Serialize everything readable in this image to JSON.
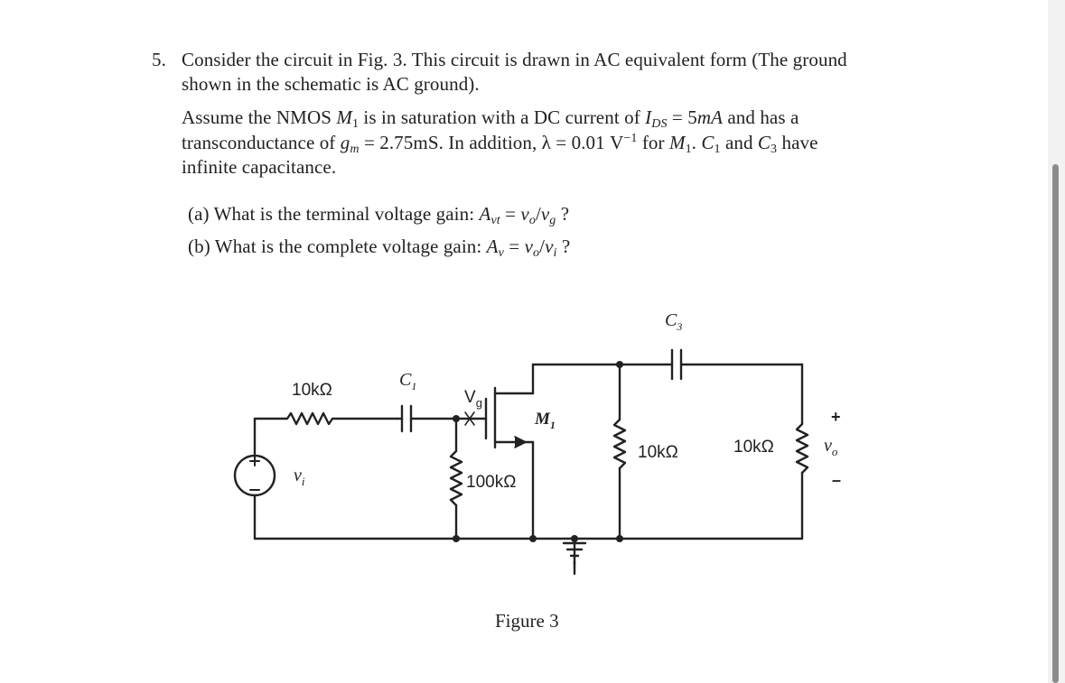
{
  "question": {
    "number": "5.",
    "intro_line1": "Consider the circuit in Fig. 3. This circuit is drawn in AC equivalent form (The ground",
    "intro_line2": "shown in the schematic is AC ground).",
    "assume_line1_a": "Assume the NMOS ",
    "assume_line1_b": " is in saturation with a DC current of ",
    "assume_line1_c": " = 5",
    "assume_line1_d": " and has a",
    "assume_line2_a": "transconductance of ",
    "assume_line2_b": " = 2.75mS. In addition, λ = 0.01 V",
    "assume_line2_c": " for ",
    "assume_line2_d": ". ",
    "assume_line2_e": " and ",
    "assume_line2_f": " have",
    "assume_line3": "infinite capacitance.",
    "part_a_label": "(a)",
    "part_a_text": " What is the terminal voltage gain: ",
    "part_a_eq": " = ",
    "part_b_label": "(b)",
    "part_b_text": " What is the complete voltage gain: ",
    "part_b_eq": " = "
  },
  "symbols": {
    "M": "M",
    "sub1": "1",
    "I": "I",
    "DS": "DS",
    "mA": "mA",
    "g": "g",
    "m": "m",
    "neg1": "−1",
    "C": "C",
    "sub3": "3",
    "A": "A",
    "vt": "vt",
    "v": "v",
    "o": "o",
    "slash": "/",
    "gsub": "g",
    "i": "i",
    "qmark": " ?"
  },
  "figure": {
    "caption": "Figure 3",
    "r_source": "10kΩ",
    "c1": "C",
    "c1_sub": "1",
    "vg": "V",
    "vg_sub": "g",
    "m1": "M",
    "m1_sub": "1",
    "vi": "v",
    "vi_sub": "i",
    "r_gate": "100kΩ",
    "c3": "C",
    "c3_sub": "3",
    "r_drain": "10kΩ",
    "r_load": "10kΩ",
    "vo": "v",
    "vo_sub": "o",
    "plus": "+",
    "minus": "–"
  }
}
